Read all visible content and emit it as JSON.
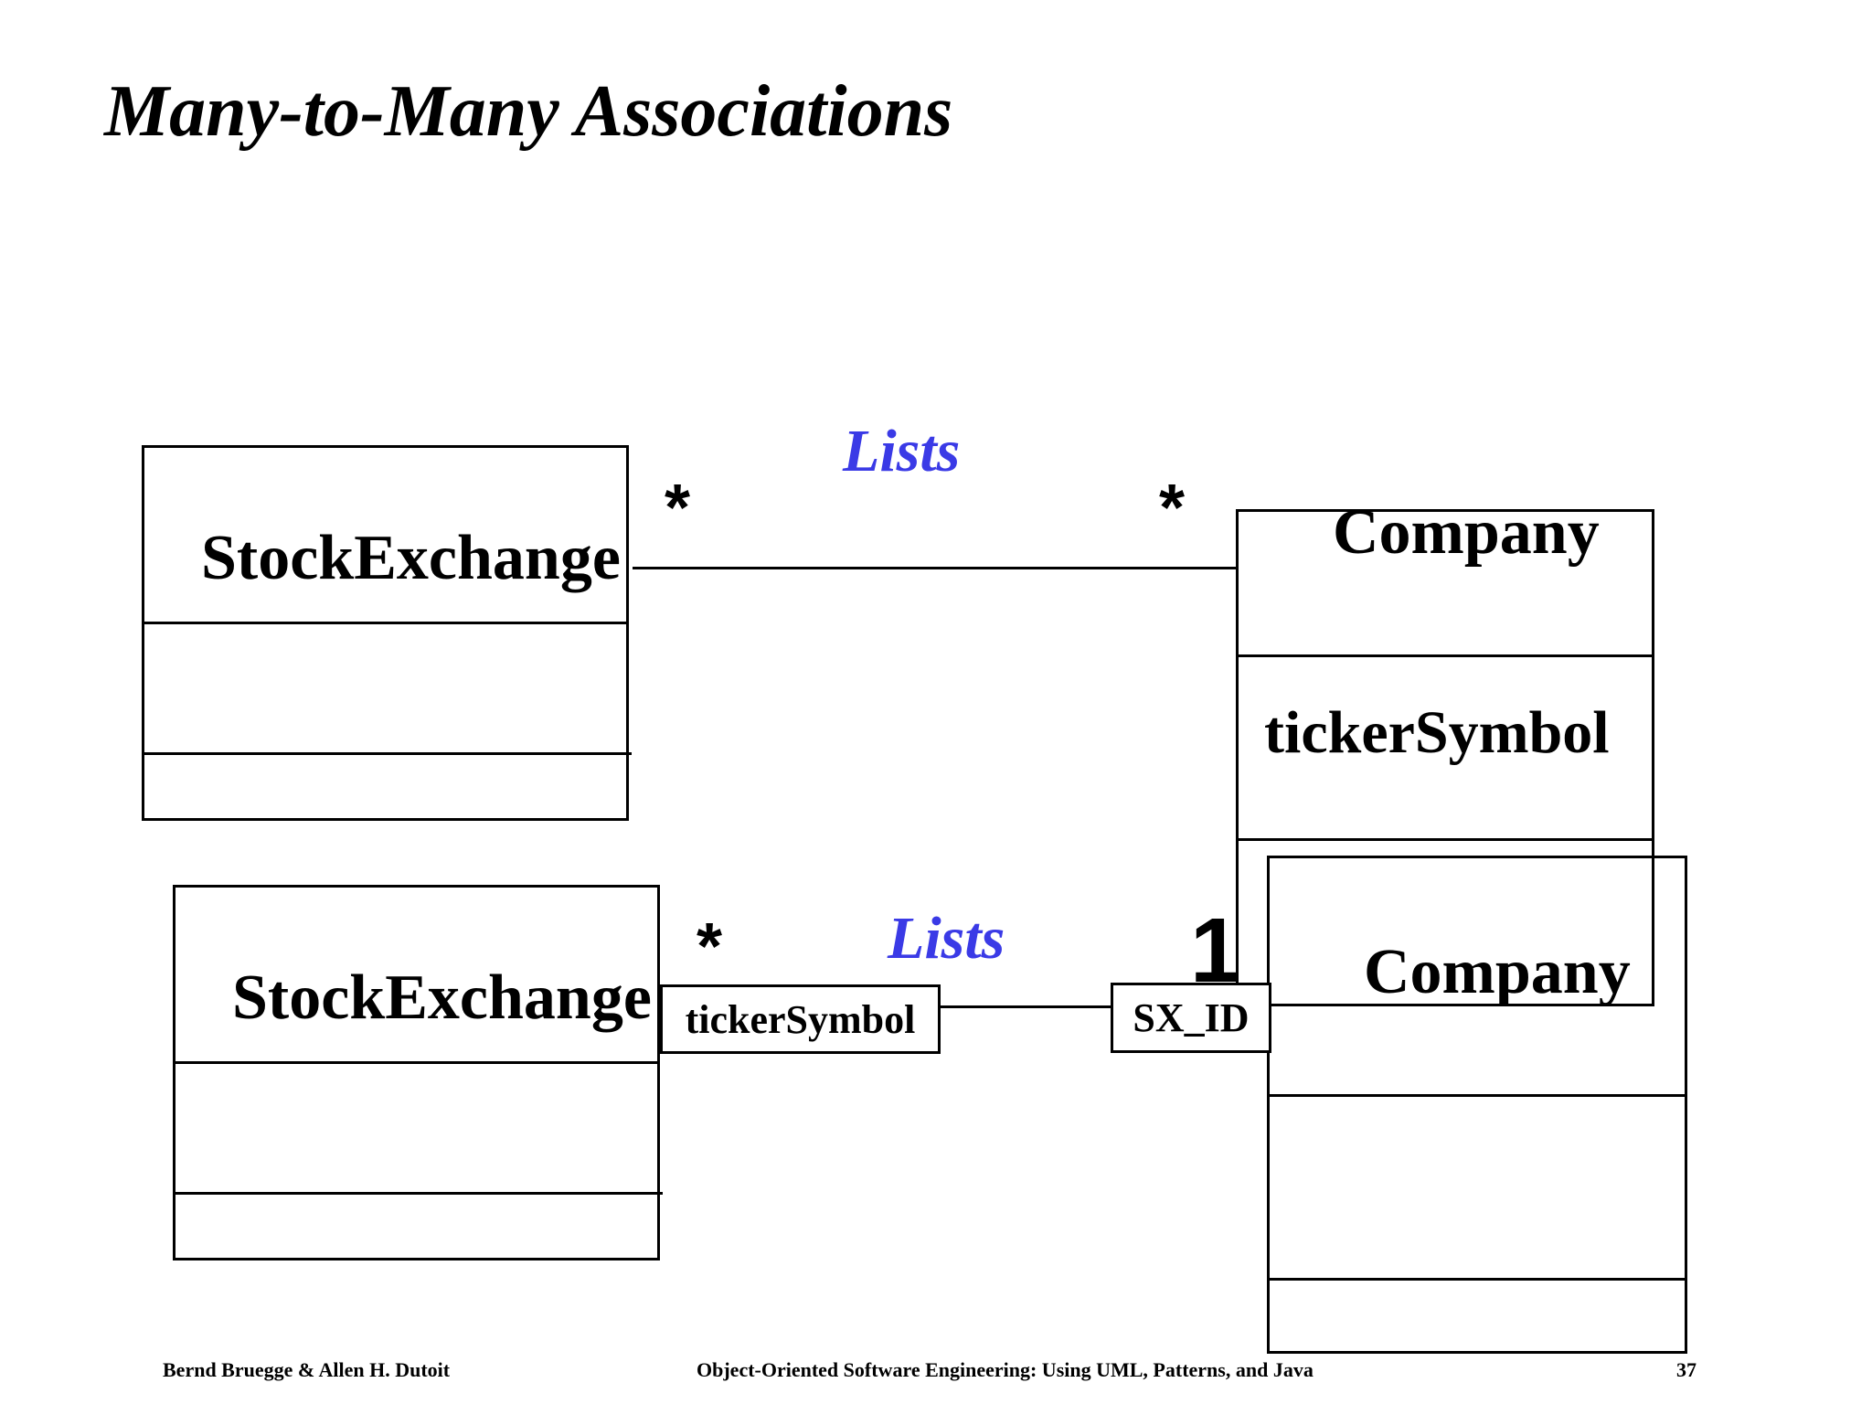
{
  "slide": {
    "title": "Many-to-Many Associations"
  },
  "diagram_top": {
    "left_class": {
      "name": "StockExchange"
    },
    "right_class": {
      "name": "Company",
      "attribute": "tickerSymbol"
    },
    "association": {
      "label": "Lists",
      "left_multiplicity": "*",
      "right_multiplicity": "*"
    }
  },
  "diagram_bottom": {
    "left_class": {
      "name": "StockExchange"
    },
    "right_class": {
      "name": "Company"
    },
    "association": {
      "label": "Lists",
      "left_multiplicity": "*",
      "right_multiplicity": "1",
      "left_qualifier": "tickerSymbol",
      "right_qualifier": "SX_ID"
    }
  },
  "footer": {
    "authors": "Bernd Bruegge & Allen H. Dutoit",
    "book": "Object-Oriented Software Engineering: Using UML, Patterns, and Java",
    "page": "37"
  },
  "colors": {
    "association_label": "#3a3ae6",
    "line": "#000000"
  }
}
